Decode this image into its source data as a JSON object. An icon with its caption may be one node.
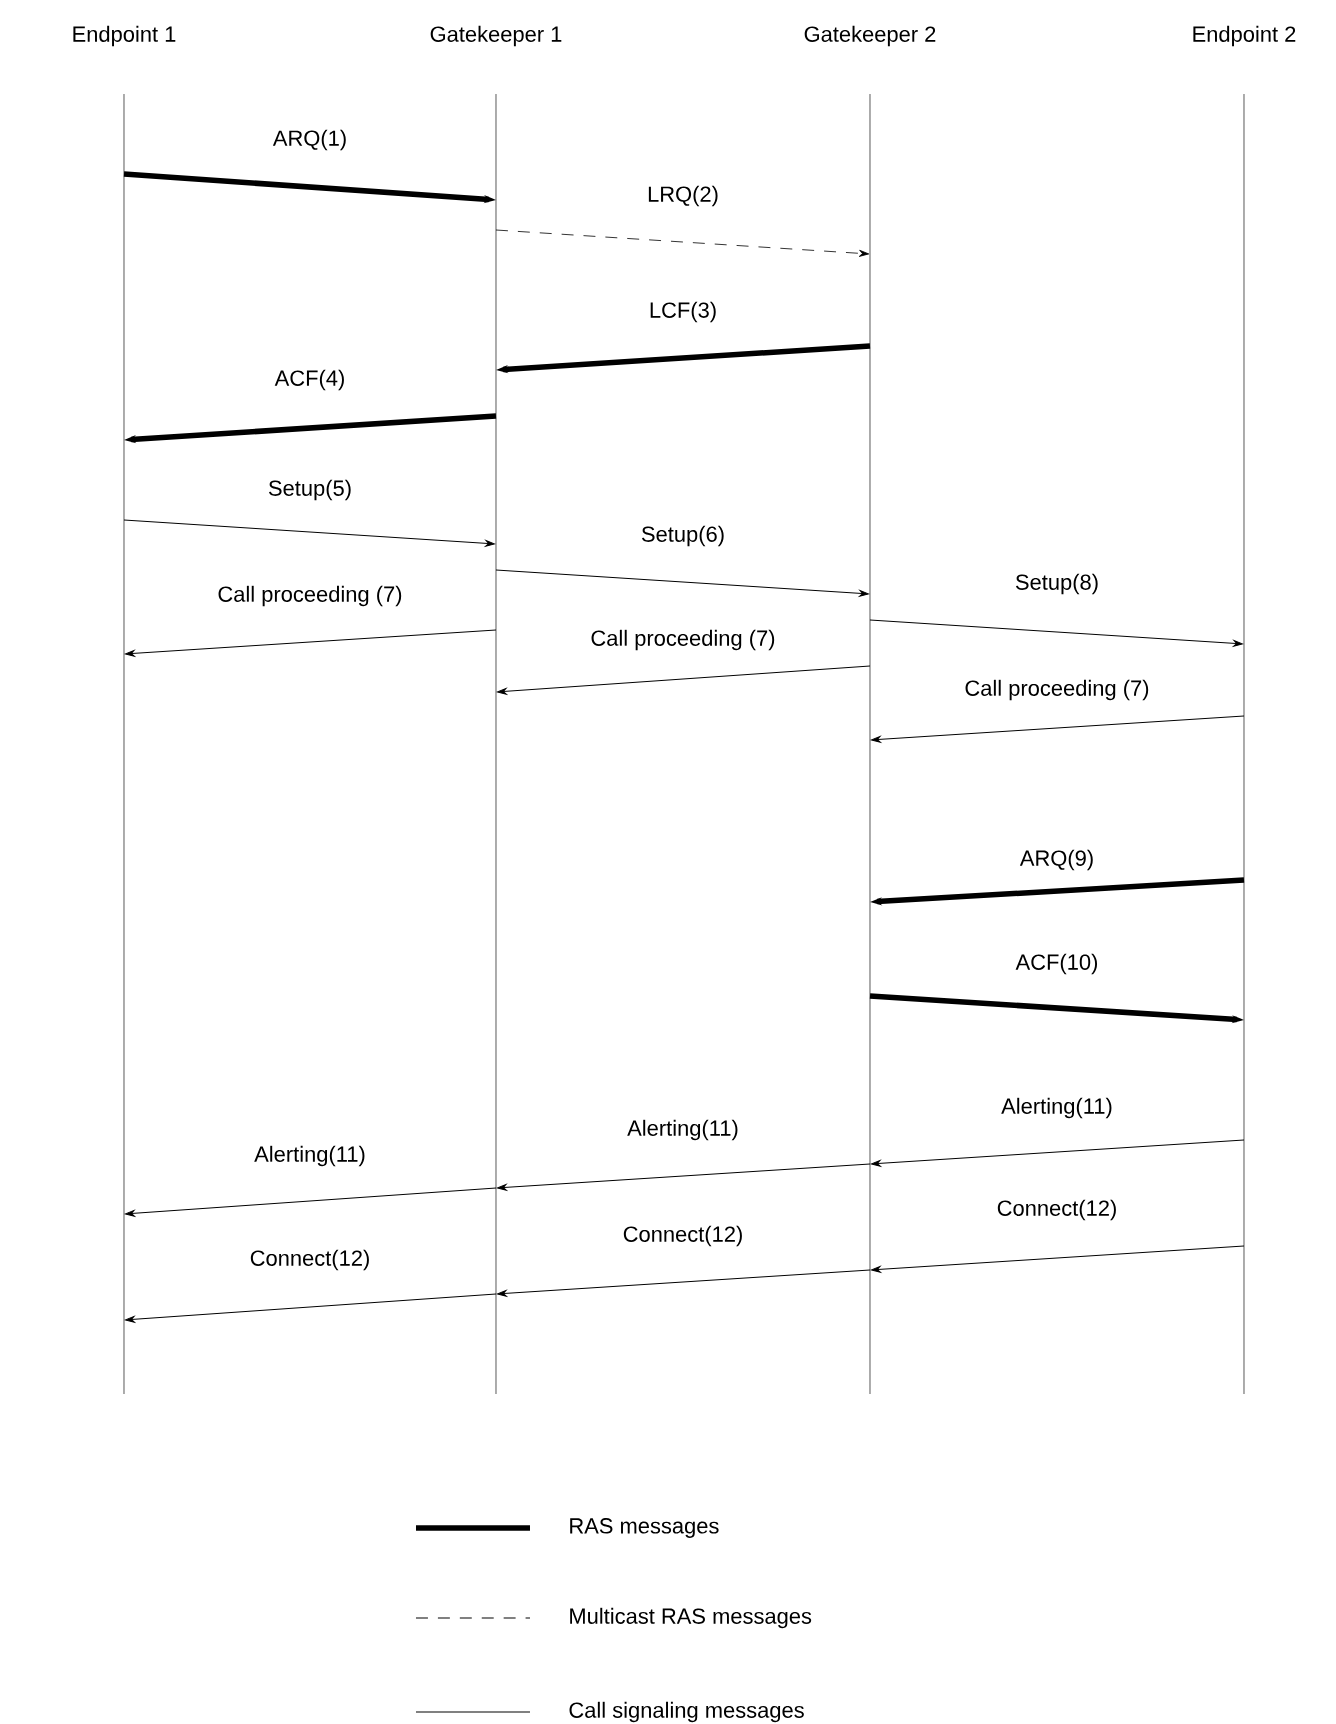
{
  "diagram": {
    "nodes": [
      {
        "text": [
          "Endpoint 1"
        ]
      },
      {
        "text": [
          "Gatekeeper 1"
        ]
      },
      {
        "text": [
          "Gatekeeper 2"
        ]
      },
      {
        "text": [
          "Endpoint 2"
        ]
      }
    ],
    "edges": [
      {
        "from": 0,
        "to": 1,
        "arrow": "to",
        "label": "ARQ(1)",
        "style": "thick"
      },
      {
        "from": 1,
        "to": 2,
        "arrow": "to",
        "label": "LRQ(2)",
        "style": "dashed"
      },
      {
        "from": 2,
        "to": 1,
        "arrow": "to",
        "label": "LCF(3)",
        "style": "thick"
      },
      {
        "from": 1,
        "to": 0,
        "arrow": "to",
        "label": "ACF(4)",
        "style": "thick"
      },
      {
        "from": 0,
        "to": 1,
        "arrow": "to",
        "label": "Setup(5)"
      },
      {
        "from": 1,
        "to": 2,
        "arrow": "to",
        "label": "Setup(6)"
      },
      {
        "from": 1,
        "to": 0,
        "arrow": "to",
        "label": "Call proceeding (7)"
      },
      {
        "from": 2,
        "to": 3,
        "arrow": "to",
        "label": "Setup(8)"
      },
      {
        "from": 2,
        "to": 1,
        "arrow": "to",
        "label": "Call proceeding (7)"
      },
      {
        "from": 3,
        "to": 2,
        "arrow": "to",
        "label": "Call proceeding (7)"
      },
      {
        "from": 3,
        "to": 2,
        "arrow": "to",
        "label": "ARQ(9)",
        "style": "thick"
      },
      {
        "from": 2,
        "to": 3,
        "arrow": "to",
        "label": "ACF(10)",
        "style": "thick"
      },
      {
        "from": 3,
        "to": 2,
        "arrow": "to",
        "label": "Alerting(11)"
      },
      {
        "from": 2,
        "to": 1,
        "arrow": "to",
        "label": "Alerting(11)"
      },
      {
        "from": 1,
        "to": 0,
        "arrow": "to",
        "label": "Alerting(11)"
      },
      {
        "from": 3,
        "to": 2,
        "arrow": "to",
        "label": "Connect(12)"
      },
      {
        "from": 2,
        "to": 1,
        "arrow": "to",
        "label": "Connect(12)"
      },
      {
        "from": 1,
        "to": 0,
        "arrow": "to",
        "label": "Connect(12)"
      }
    ],
    "legend": [
      {
        "text": "RAS messages"
      },
      {
        "text": "Multicast RAS messages"
      },
      {
        "text": "Call signaling messages"
      }
    ]
  }
}
